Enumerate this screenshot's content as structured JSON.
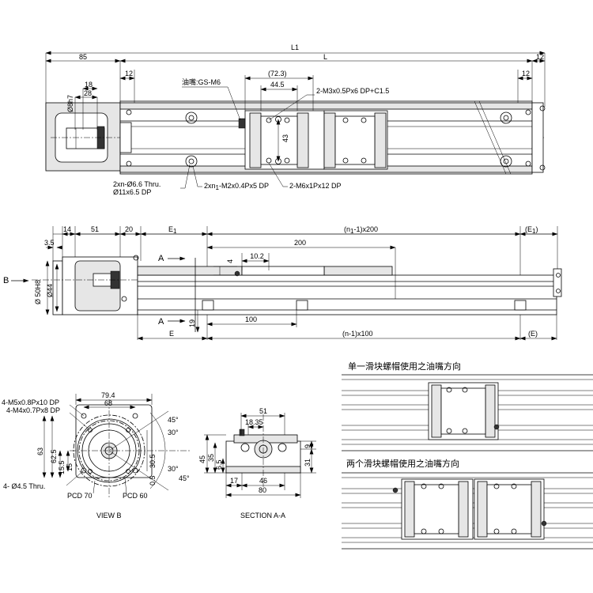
{
  "top_view": {
    "dims": {
      "l1": "L1",
      "l": "L",
      "left_85": "85",
      "right_12": "12",
      "d28": "28",
      "d18": "18",
      "d12": "12",
      "d12r": "12",
      "dia8h7": "Ø8h7",
      "d72_3": "(72.3)",
      "d44_5": "44.5",
      "d43": "43"
    },
    "callouts": {
      "oil": "油嘴:GS-M6",
      "m3": "2-M3x0.5Px6 DP+C1.5",
      "thru": "2xn-Ø6.6 Thru.",
      "cbore": "Ø11x6.5 DP",
      "m2": "2xn",
      "m2_sub": "1",
      "m2_tail": "-M2x0.4Px5 DP",
      "m6": "2-M6x1Px12 DP"
    }
  },
  "side_view": {
    "dims": {
      "d3_5": "3.5",
      "d14": "14",
      "d51": "51",
      "d20": "20",
      "e1": "E",
      "e1_sub": "1",
      "n1_pitch": "(n",
      "n1_pitch_sub": "1",
      "n1_pitch_tail": "-1)x200",
      "e1r": "(E",
      "e1r_sub": "1",
      "e1r_tail": ")",
      "d200": "200",
      "d4": "4",
      "d10_2": "10.2",
      "d19": "19",
      "d100": "100",
      "e": "E",
      "n_pitch": "(n-1)x100",
      "e_r": "(E)",
      "d50h8": "Ø 50H8",
      "d44": "Ø44"
    },
    "labels": {
      "b": "B",
      "a_top": "A",
      "a_bot": "A"
    }
  },
  "view_b": {
    "title": "VIEW B",
    "dims": {
      "d79_4": "79.4",
      "d68": "68",
      "d63": "63",
      "d62_5": "62.5",
      "d15_5": "15.5",
      "d15": "15",
      "d30_5": "30.5",
      "d0_5": "0.5",
      "a45t": "45°",
      "a30t": "30°",
      "a30b": "30°",
      "a45b": "45°"
    },
    "callouts": {
      "m5": "4-M5x0.8Px10 DP",
      "m4": "4-M4x0.7Px8 DP",
      "thru": "4- Ø4.5 Thru.",
      "pcd70": "PCD 70",
      "pcd60": "PCD 60"
    }
  },
  "section_aa": {
    "title": "SECTION A-A",
    "dims": {
      "d51": "51",
      "d18_35": "18.35",
      "d45": "45",
      "d35": "35",
      "d6_5": "6.5",
      "d9": "9",
      "d31": "31",
      "d17": "17",
      "d46": "46",
      "d80": "80"
    }
  },
  "slider_notes": {
    "single": "单一滑块螺帽使用之油嘴方向",
    "double": "两个滑块螺帽使用之油嘴方向"
  }
}
